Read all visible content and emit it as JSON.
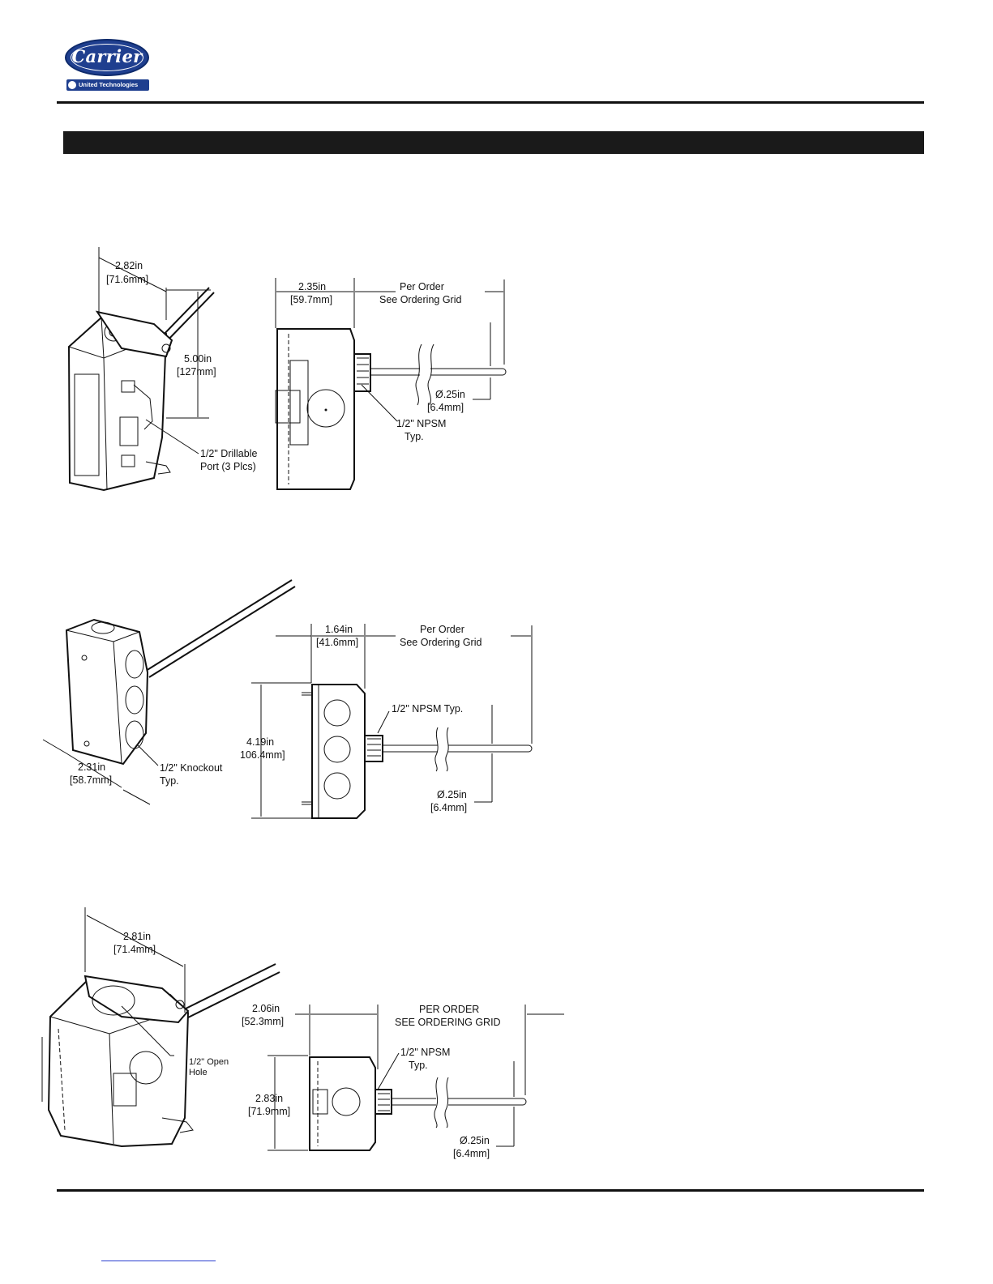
{
  "header": {
    "logo_word": "Carrier",
    "logo_sub": "United Technologies",
    "brand_color": "#1f3f8f"
  },
  "drawing1": {
    "iso_width": "2.82in",
    "iso_width_mm": "[71.6mm]",
    "iso_length": "5.00in",
    "iso_length_mm": "[127mm]",
    "port_note_1": "1/2\" Drillable",
    "port_note_2": "Port (3 Plcs)",
    "side_width": "2.35in",
    "side_width_mm": "[59.7mm]",
    "per_order": "Per Order",
    "see_grid": "See Ordering Grid",
    "dia": "Ø.25in",
    "dia_mm": "[6.4mm]",
    "npsm_1": "1/2\" NPSM",
    "npsm_2": "Typ."
  },
  "drawing2": {
    "width": "2.31in",
    "width_mm": "[58.7mm]",
    "knockout_1": "1/2\" Knockout",
    "knockout_2": "Typ.",
    "side_width": "1.64in",
    "side_width_mm": "[41.6mm]",
    "height": "4.19in",
    "height_mm": "106.4mm]",
    "per_order": "Per Order",
    "see_grid": "See Ordering Grid",
    "npsm": "1/2\" NPSM Typ.",
    "dia": "Ø.25in",
    "dia_mm": "[6.4mm]"
  },
  "drawing3": {
    "iso_width": "2.81in",
    "iso_width_mm": "[71.4mm]",
    "open_hole_1": "1/2\" Open",
    "open_hole_2": "Hole",
    "side_width": "2.06in",
    "side_width_mm": "[52.3mm]",
    "height": "2.83in",
    "height_mm": "[71.9mm]",
    "per_order": "PER ORDER",
    "see_grid": "SEE ORDERING GRID",
    "npsm_1": "1/2\" NPSM",
    "npsm_2": "Typ.",
    "dia": "Ø.25in",
    "dia_mm": "[6.4mm]"
  }
}
